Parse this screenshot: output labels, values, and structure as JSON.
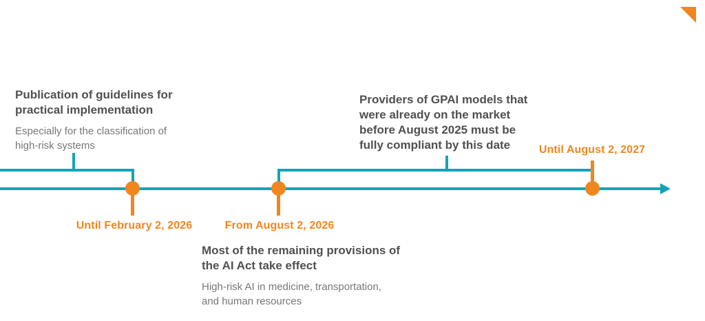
{
  "colors": {
    "teal": "#16a2b6",
    "orange": "#f0861e",
    "title_text": "#4f5052",
    "subtitle_text": "#76777a",
    "background": "#ffffff"
  },
  "logo": {
    "shape": "orange-corner-triangle"
  },
  "timeline": {
    "direction": "left-to-right",
    "events": [
      {
        "date": "Until February 2, 2026",
        "title": "Publication of guidelines for\npractical implementation",
        "subtitle": "Especially for the classification of\nhigh-risk systems"
      },
      {
        "date": "From August 2, 2026",
        "title": "Most of the remaining provisions of\nthe AI Act take effect",
        "subtitle": "High-risk AI in medicine, transportation,\nand human resources"
      },
      {
        "date": "Until August 2, 2027",
        "title": "Providers of GPAI models that\nwere already on the market\nbefore August 2025 must be\nfully compliant by this date"
      }
    ]
  }
}
